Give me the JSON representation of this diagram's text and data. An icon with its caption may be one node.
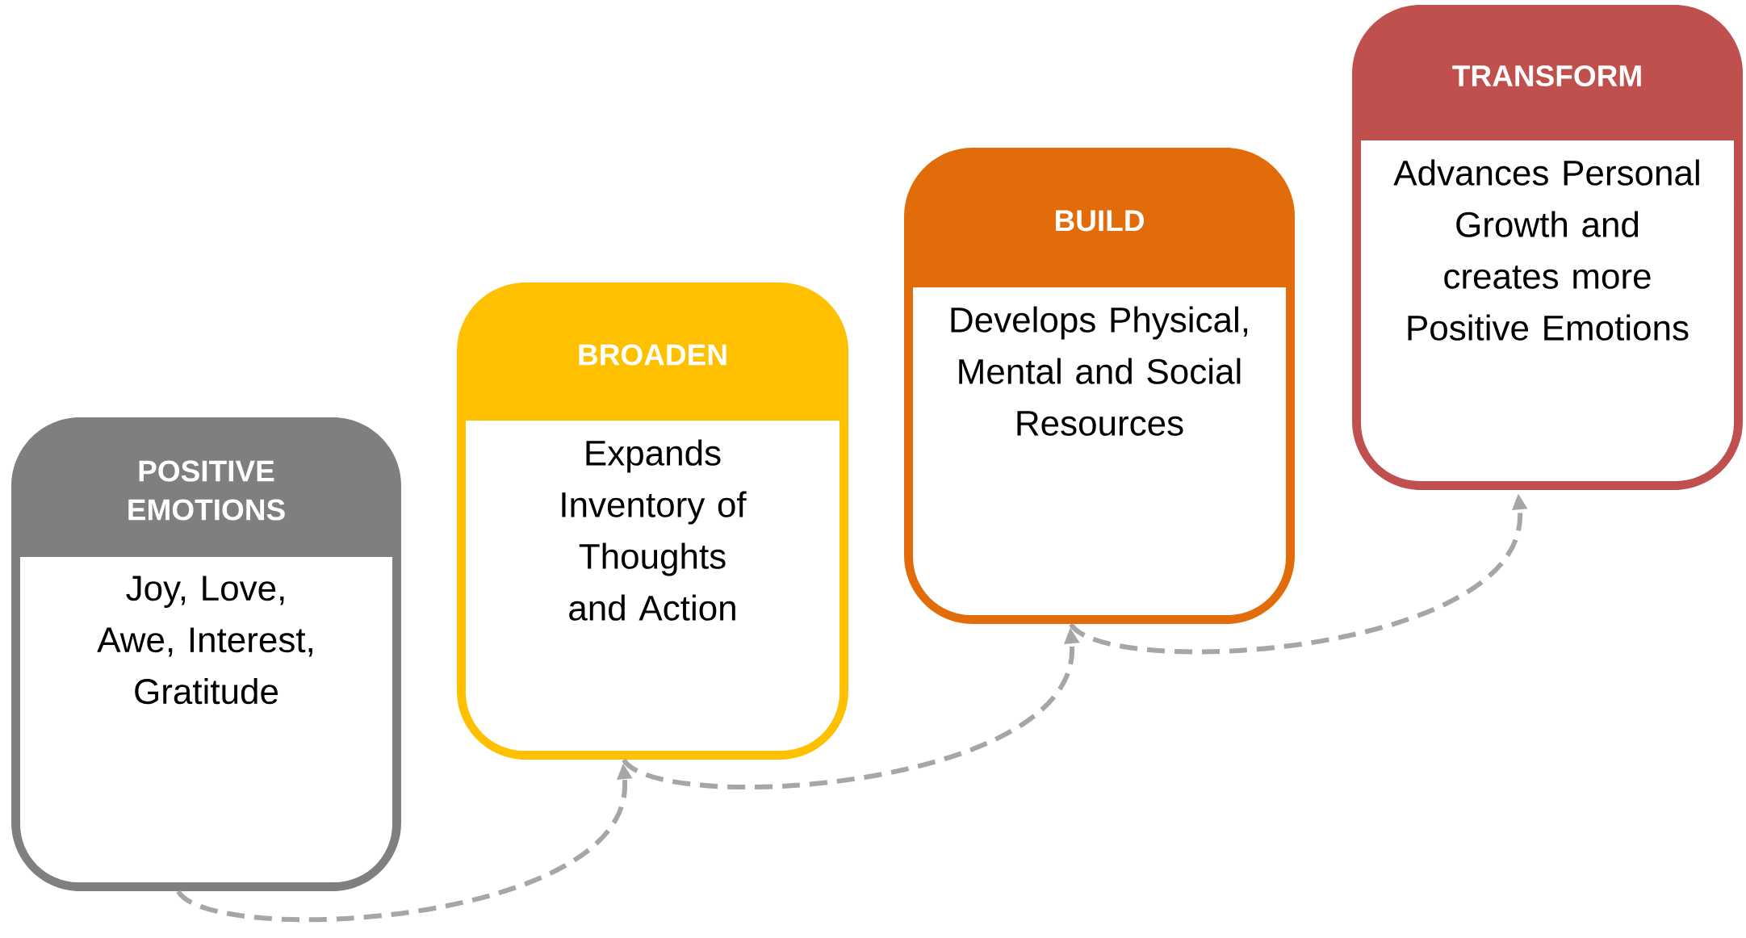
{
  "diagram": {
    "nodes": [
      {
        "text": [
          "POSITIVE EMOTIONS",
          "Joy, Love, Awe, Interest, Gratitude"
        ]
      },
      {
        "text": [
          "BROADEN",
          "Expands Inventory of Thoughts and Action"
        ]
      },
      {
        "text": [
          "BUILD",
          "Develops Physical, Mental and Social Resources"
        ]
      },
      {
        "text": [
          "TRANSFORM",
          "Advances Personal Growth and creates more Positive Emotions"
        ]
      }
    ],
    "edges": [
      {
        "from": 0,
        "to": 1,
        "arrow": "to",
        "style": "dashed"
      },
      {
        "from": 1,
        "to": 2,
        "arrow": "to",
        "style": "dashed"
      },
      {
        "from": 2,
        "to": 3,
        "arrow": "to",
        "style": "dashed"
      }
    ]
  }
}
